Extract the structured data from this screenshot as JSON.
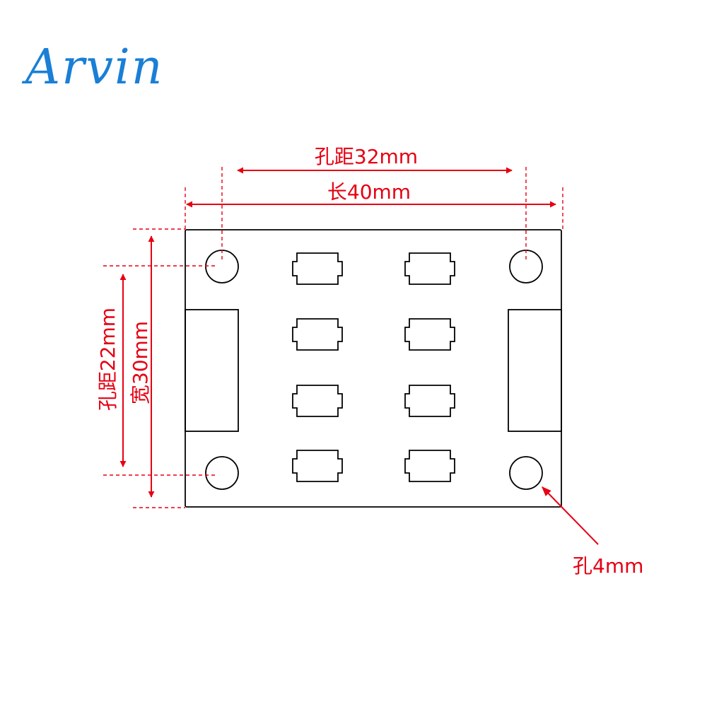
{
  "logo": {
    "text": "Arvin"
  },
  "colors": {
    "dimension": "#e60012",
    "logo": "#1a7fd6",
    "outline": "#000000"
  },
  "dimensions": {
    "hole_pitch_horizontal": "孔距32mm",
    "length": "长40mm",
    "hole_pitch_vertical": "孔距22mm",
    "width": "宽30mm",
    "hole_diameter": "孔4mm"
  }
}
